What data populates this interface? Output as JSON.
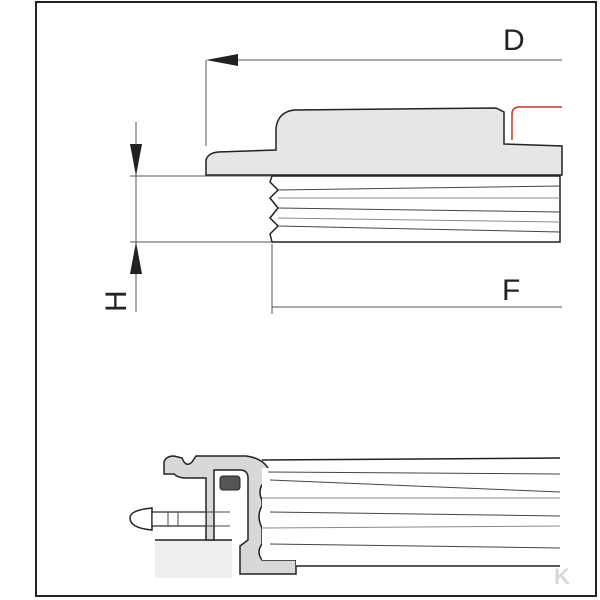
{
  "labels": {
    "diameter_outer": "D",
    "diameter_thread": "F",
    "height": "H"
  },
  "watermark": "K",
  "colors": {
    "line": "#222222",
    "cap_fill": "#e6e6e6",
    "section_fill": "#d8d8d8",
    "seal": "#555555",
    "accent": "#c0392b",
    "dim_line": "#555555"
  }
}
